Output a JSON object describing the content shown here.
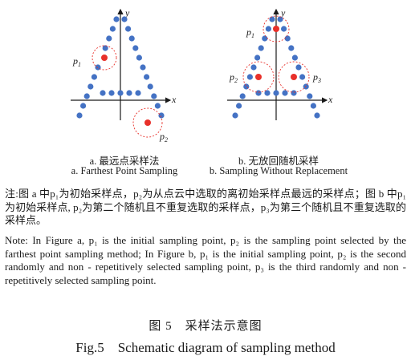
{
  "panel_a": {
    "caption_cn": "a. 最远点采样法",
    "caption_en": "a. Farthest Point Sampling",
    "axis_x": "x",
    "axis_y": "y",
    "label_p1": "p",
    "label_p1_sub": "1",
    "label_p2": "p",
    "label_p2_sub": "2"
  },
  "panel_b": {
    "caption_cn": "b. 无放回随机采样",
    "caption_en": "b. Sampling Without Replacement",
    "axis_x": "x",
    "axis_y": "y",
    "label_p1": "p",
    "label_p1_sub": "1",
    "label_p2": "p",
    "label_p2_sub": "2",
    "label_p3": "p",
    "label_p3_sub": "3"
  },
  "note_cn": "注:图 a 中p₁为初始采样点，p₂为从点云中选取的离初始采样点最远的采样点；图 b 中p₁为初始采样点, p₂为第二个随机且不重复选取的采样点，p₃为第三个随机且不重复选取的采样点。",
  "note_en": "Note: In Figure a, p₁ is the initial sampling point, p₂ is the sampling point selected by the farthest point sampling method; In Figure b, p₁ is the initial sampling point, p₂ is the second randomly and non - repetitively selected sampling point, p₃ is the third randomly and non - repetitively selected sampling point.",
  "figure_title_cn": "图 5　采样法示意图",
  "figure_title_en": "Fig.5　Schematic diagram of sampling method",
  "colors": {
    "point_blue": "#4472c4",
    "point_red": "#e8302a",
    "circle_red": "#e8302a",
    "axis": "#1a1a1a"
  }
}
